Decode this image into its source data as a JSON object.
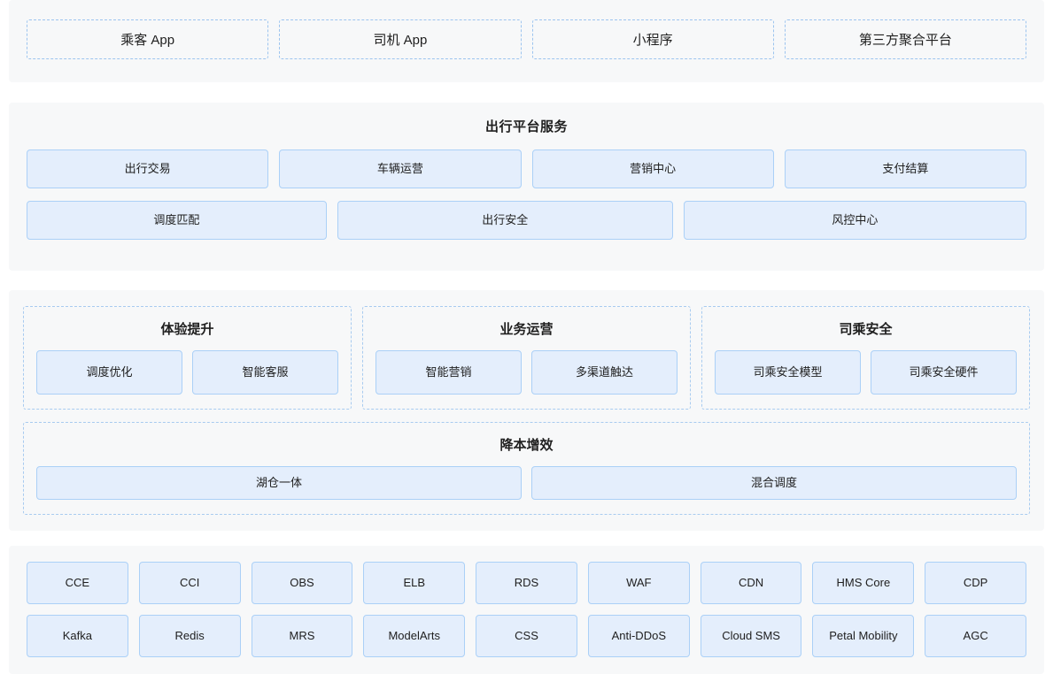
{
  "theme": {
    "page_background": "#ffffff",
    "band_background": "#f7f8f9",
    "box_fill": "#e4eefc",
    "box_border": "#abd0f7",
    "dashed_border": "#9cc4ef",
    "text_color": "#1f1f1f"
  },
  "channels": {
    "items": [
      {
        "label": "乘客 App"
      },
      {
        "label": "司机 App"
      },
      {
        "label": "小程序"
      },
      {
        "label": "第三方聚合平台"
      }
    ]
  },
  "platform": {
    "title": "出行平台服务",
    "row1": [
      {
        "label": "出行交易"
      },
      {
        "label": "车辆运营"
      },
      {
        "label": "营销中心"
      },
      {
        "label": "支付结算"
      }
    ],
    "row2": [
      {
        "label": "调度匹配"
      },
      {
        "label": "出行安全"
      },
      {
        "label": "风控中心"
      }
    ]
  },
  "capabilities": {
    "groups": [
      {
        "title": "体验提升",
        "items": [
          {
            "label": "调度优化"
          },
          {
            "label": "智能客服"
          }
        ]
      },
      {
        "title": "业务运营",
        "items": [
          {
            "label": "智能营销"
          },
          {
            "label": "多渠道触达"
          }
        ]
      },
      {
        "title": "司乘安全",
        "items": [
          {
            "label": "司乘安全模型"
          },
          {
            "label": "司乘安全硬件"
          }
        ]
      }
    ],
    "wide_group": {
      "title": "降本增效",
      "items": [
        {
          "label": "湖仓一体"
        },
        {
          "label": "混合调度"
        }
      ]
    }
  },
  "cloud_services": {
    "row1": [
      {
        "label": "CCE"
      },
      {
        "label": "CCI"
      },
      {
        "label": "OBS"
      },
      {
        "label": "ELB"
      },
      {
        "label": "RDS"
      },
      {
        "label": "WAF"
      },
      {
        "label": "CDN"
      },
      {
        "label": "HMS Core"
      },
      {
        "label": "CDP"
      }
    ],
    "row2": [
      {
        "label": "Kafka"
      },
      {
        "label": "Redis"
      },
      {
        "label": "MRS"
      },
      {
        "label": "ModelArts"
      },
      {
        "label": "CSS"
      },
      {
        "label": "Anti-DDoS"
      },
      {
        "label": "Cloud SMS"
      },
      {
        "label": "Petal Mobility"
      },
      {
        "label": "AGC"
      }
    ]
  }
}
